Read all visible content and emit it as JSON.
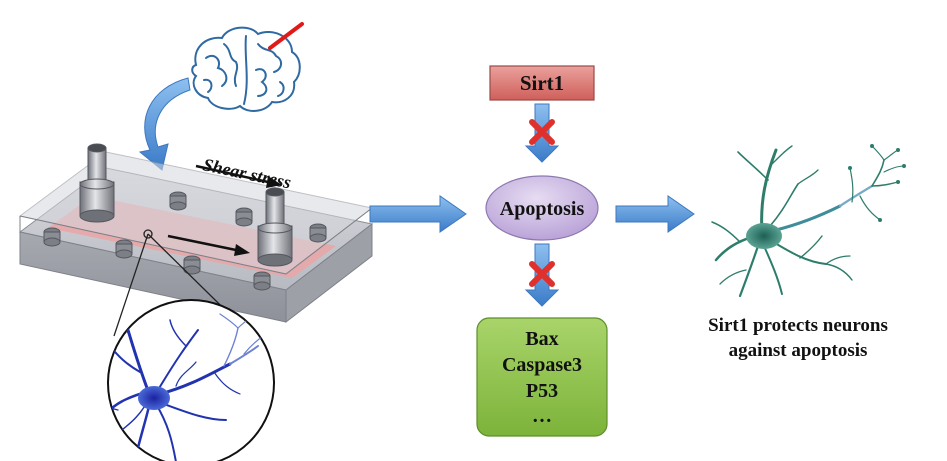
{
  "shear_stress_label": "Shear stress",
  "sirt1_box": {
    "label": "Sirt1",
    "color": "#d9736f"
  },
  "apoptosis_node": {
    "label": "Apoptosis",
    "color": "#c7b3e0"
  },
  "targets_box": {
    "lines": [
      "Bax",
      "Caspase3",
      "P53",
      "…"
    ],
    "color": "#8fc34a"
  },
  "conclusion": {
    "line1": "Sirt1 protects neurons",
    "line2": "against apoptosis"
  },
  "colors": {
    "arrow_blue": "#4a8fd6",
    "inhibit_red": "#e0302c",
    "neuron_blue": "#2233b0",
    "neuron_green": "#2e7d6b",
    "channel_pink": "#e8a6a6",
    "brain_blue": "#2f6aa3"
  }
}
